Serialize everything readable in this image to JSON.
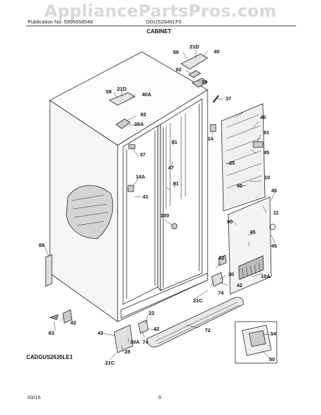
{
  "watermark": "AppliancePartsPros.com",
  "header": {
    "publication": "Publication No: 5995658548",
    "model": "DGUS2645LF5",
    "section": "CABINET"
  },
  "diagram_code": "CADGUS2635LE1",
  "footer": {
    "date": "03/15",
    "page": "6"
  },
  "callouts": {
    "c58a": "58",
    "c21d_a": "21D",
    "c40": "40",
    "c92a": "92",
    "c38": "38",
    "c37a": "37",
    "c58b": "58",
    "c21d_b": "21D",
    "c40a": "40A",
    "c92b": "92",
    "c38a": "38A",
    "c37b": "37",
    "c45a": "45",
    "c91": "91",
    "c45b": "45",
    "c14": "14",
    "c81a": "81",
    "c47": "47",
    "c45c": "45",
    "c10": "10",
    "c45d": "45",
    "c14a": "14A",
    "c81b": "81",
    "c41": "41",
    "c45e": "45",
    "c100": "100",
    "c11": "11",
    "c90": "90",
    "c45f": "45",
    "c45g": "45",
    "c89": "89",
    "c10a": "10A",
    "c22a": "22",
    "c30a": "30",
    "c42a": "42",
    "c74a": "74",
    "c21c_a": "21C",
    "c22b": "22",
    "c82": "82",
    "c83": "83",
    "c42b": "42",
    "c43": "43",
    "c74b": "74",
    "c30a_b": "30A",
    "c28": "28",
    "c21c_b": "21C",
    "c72": "72",
    "c54": "54",
    "c50": "50"
  }
}
